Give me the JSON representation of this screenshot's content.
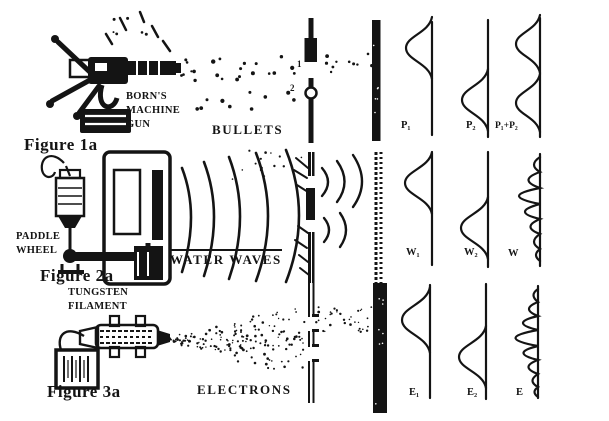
{
  "colors": {
    "ink": "#141414",
    "paper": "#ffffff"
  },
  "figure1": {
    "caption": "Figure 1a",
    "source_label": "BORN'S\nMACHINE\nGUN",
    "beam_label": "BULLETS",
    "slit_top_label": "1",
    "slit_bottom_label": "2",
    "curve_labels": [
      "P₁",
      "P₂",
      "P₁+P₂"
    ]
  },
  "figure2": {
    "caption": "Figure 2a",
    "source_label": "PADDLE\nWHEEL",
    "beam_label": "WATER WAVES",
    "curve_labels": [
      "W₁",
      "W₂",
      "W"
    ]
  },
  "figure3": {
    "caption": "Figure 3a",
    "source_label": "TUNGSTEN\nFILAMENT",
    "beam_label": "ELECTRONS",
    "curve_labels": [
      "E₁",
      "E₂",
      "E"
    ]
  }
}
